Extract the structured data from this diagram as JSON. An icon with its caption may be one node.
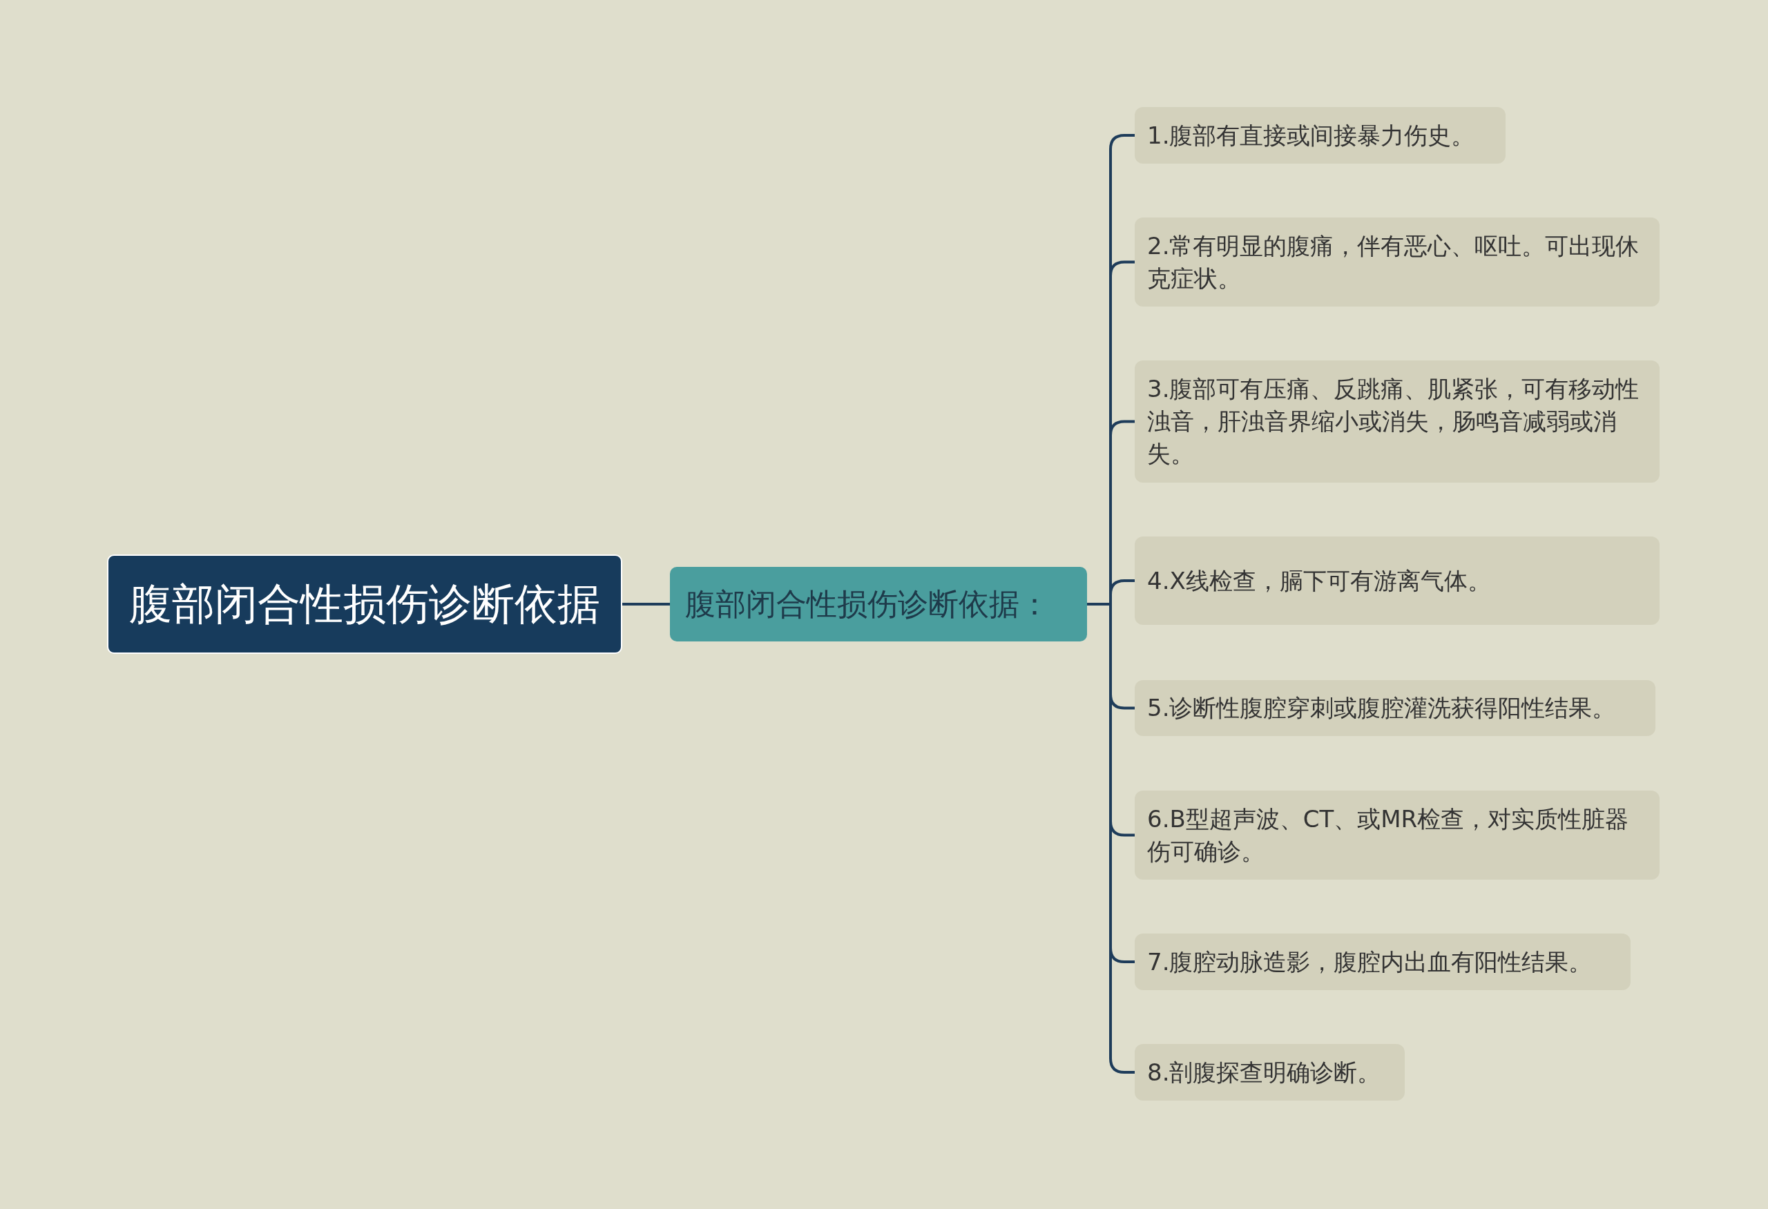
{
  "diagram": {
    "nodes": [
      {
        "text": [
          "腹部闭合性损伤诊断依据"
        ]
      },
      {
        "text": [
          "腹部闭合性损伤诊断依据："
        ]
      },
      {
        "text": [
          "1.腹部有直接或间接暴力伤史。"
        ]
      },
      {
        "text": [
          "2.常有明显的腹痛，伴有恶心、呕吐。可出现休克症状。"
        ]
      },
      {
        "text": [
          "3.腹部可有压痛、反跳痛、肌紧张，可有移动性浊音，肝浊音界缩小或消失，肠鸣音减弱或消失。"
        ]
      },
      {
        "text": [
          "4.X线检查，膈下可有游离气体。"
        ]
      },
      {
        "text": [
          "5.诊断性腹腔穿刺或腹腔灌洗获得阳性结果。"
        ]
      },
      {
        "text": [
          "6.B型超声波、CT、或MR检查，对实质性脏器伤可确诊。"
        ]
      },
      {
        "text": [
          "7.腹腔动脉造影，腹腔内出血有阳性结果。"
        ]
      },
      {
        "text": [
          "8.剖腹探查明确诊断。"
        ]
      }
    ],
    "edges": [
      {
        "from": 0,
        "to": 1,
        "arrow": "none"
      },
      {
        "from": 1,
        "to": 2,
        "arrow": "none"
      },
      {
        "from": 1,
        "to": 3,
        "arrow": "none"
      },
      {
        "from": 1,
        "to": 4,
        "arrow": "none"
      },
      {
        "from": 1,
        "to": 5,
        "arrow": "none"
      },
      {
        "from": 1,
        "to": 6,
        "arrow": "none"
      },
      {
        "from": 1,
        "to": 7,
        "arrow": "none"
      },
      {
        "from": 1,
        "to": 8,
        "arrow": "none"
      },
      {
        "from": 1,
        "to": 9,
        "arrow": "none"
      }
    ]
  }
}
